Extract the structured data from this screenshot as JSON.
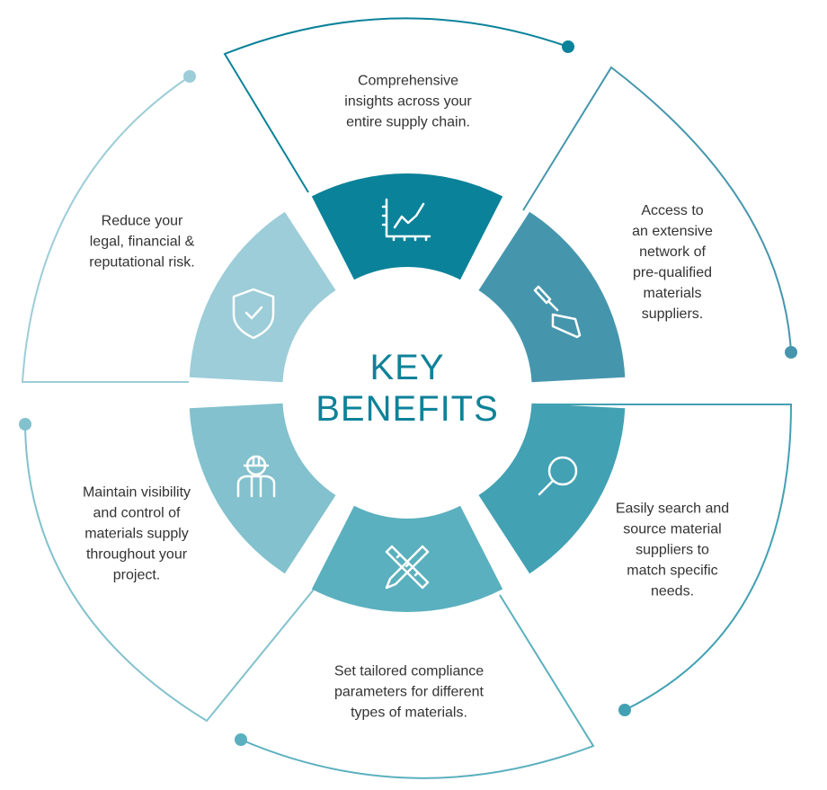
{
  "title": {
    "line1": "KEY",
    "line2": "BENEFITS"
  },
  "colors": {
    "title": "#0e8299",
    "outline": "#4596ad"
  },
  "segments": [
    {
      "icon": "chart-icon",
      "color": "#0a8299",
      "text": "Comprehensive\ninsights across your\nentire supply chain."
    },
    {
      "icon": "trowel-icon",
      "color": "#4596ad",
      "text": "Access to\nan extensive\nnetwork of\npre-qualified\nmaterials\nsuppliers."
    },
    {
      "icon": "magnifier-icon",
      "color": "#42a1b3",
      "text": "Easily search and\nsource material\nsuppliers to\nmatch specific\nneeds."
    },
    {
      "icon": "ruler-pencil-icon",
      "color": "#5ab0be",
      "text": "Set tailored compliance\nparameters for different\ntypes of materials."
    },
    {
      "icon": "worker-icon",
      "color": "#82c1cd",
      "text": "Maintain visibility\nand control of\nmaterials supply\nthroughout your\nproject."
    },
    {
      "icon": "shield-check-icon",
      "color": "#9ccdd8",
      "text": "Reduce your\nlegal, financial &\nreputational risk."
    }
  ]
}
